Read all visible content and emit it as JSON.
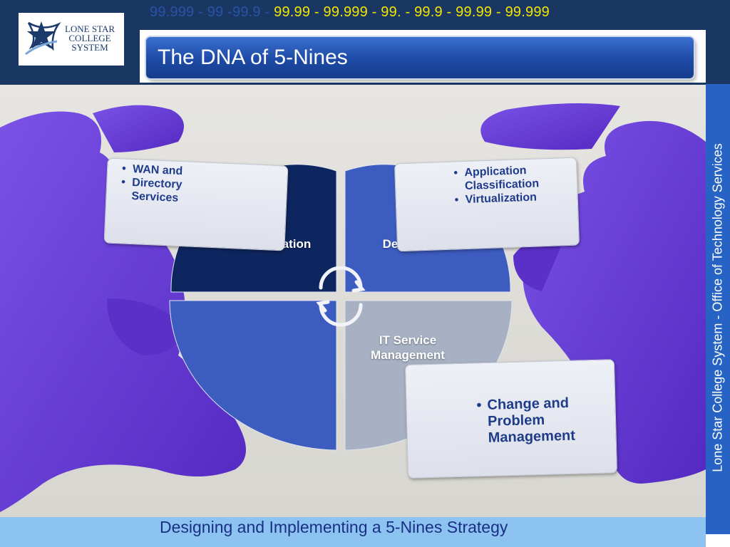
{
  "banner": {
    "nines_faint": "99.999 - 99 -99.9 -",
    "nines_bright": "99.99  -  99.999  -  99.  -  99.9  -  99.99  -  99.999"
  },
  "logo": {
    "line1": "LONE STAR",
    "line2": "COLLEGE",
    "line3": "SYSTEM"
  },
  "slide": {
    "title": "The DNA of 5-Nines",
    "footer": "Designing and Implementing a 5-Nines Strategy",
    "sidebar": "Lone Star College System - Office of Technology Services"
  },
  "quadrants": {
    "foundation": "Foundation",
    "design": "Design",
    "itsm_line1": "IT Service",
    "itsm_line2": "Management"
  },
  "cards": {
    "wan": {
      "items": [
        "WAN and",
        "Directory",
        "Services"
      ]
    },
    "app": {
      "items": [
        "Application",
        "Classification",
        "Virtualization"
      ]
    },
    "chg": {
      "items": [
        "Change and",
        "Problem",
        "Management"
      ]
    }
  },
  "colors": {
    "navy": "#1a3763",
    "title_blue": "#1d4aa5",
    "sidebar_blue": "#2663c4",
    "footer_blue": "#8cc3f0",
    "footer_text": "#1b2f86",
    "nines_yellow": "#f2e600",
    "glove_purple": "#6a3fd6",
    "q_foundation": "#0e2660",
    "q_design": "#3d5cc0",
    "q_bottom_left": "#3d5cc0",
    "q_itsm": "#a7b1c3"
  }
}
